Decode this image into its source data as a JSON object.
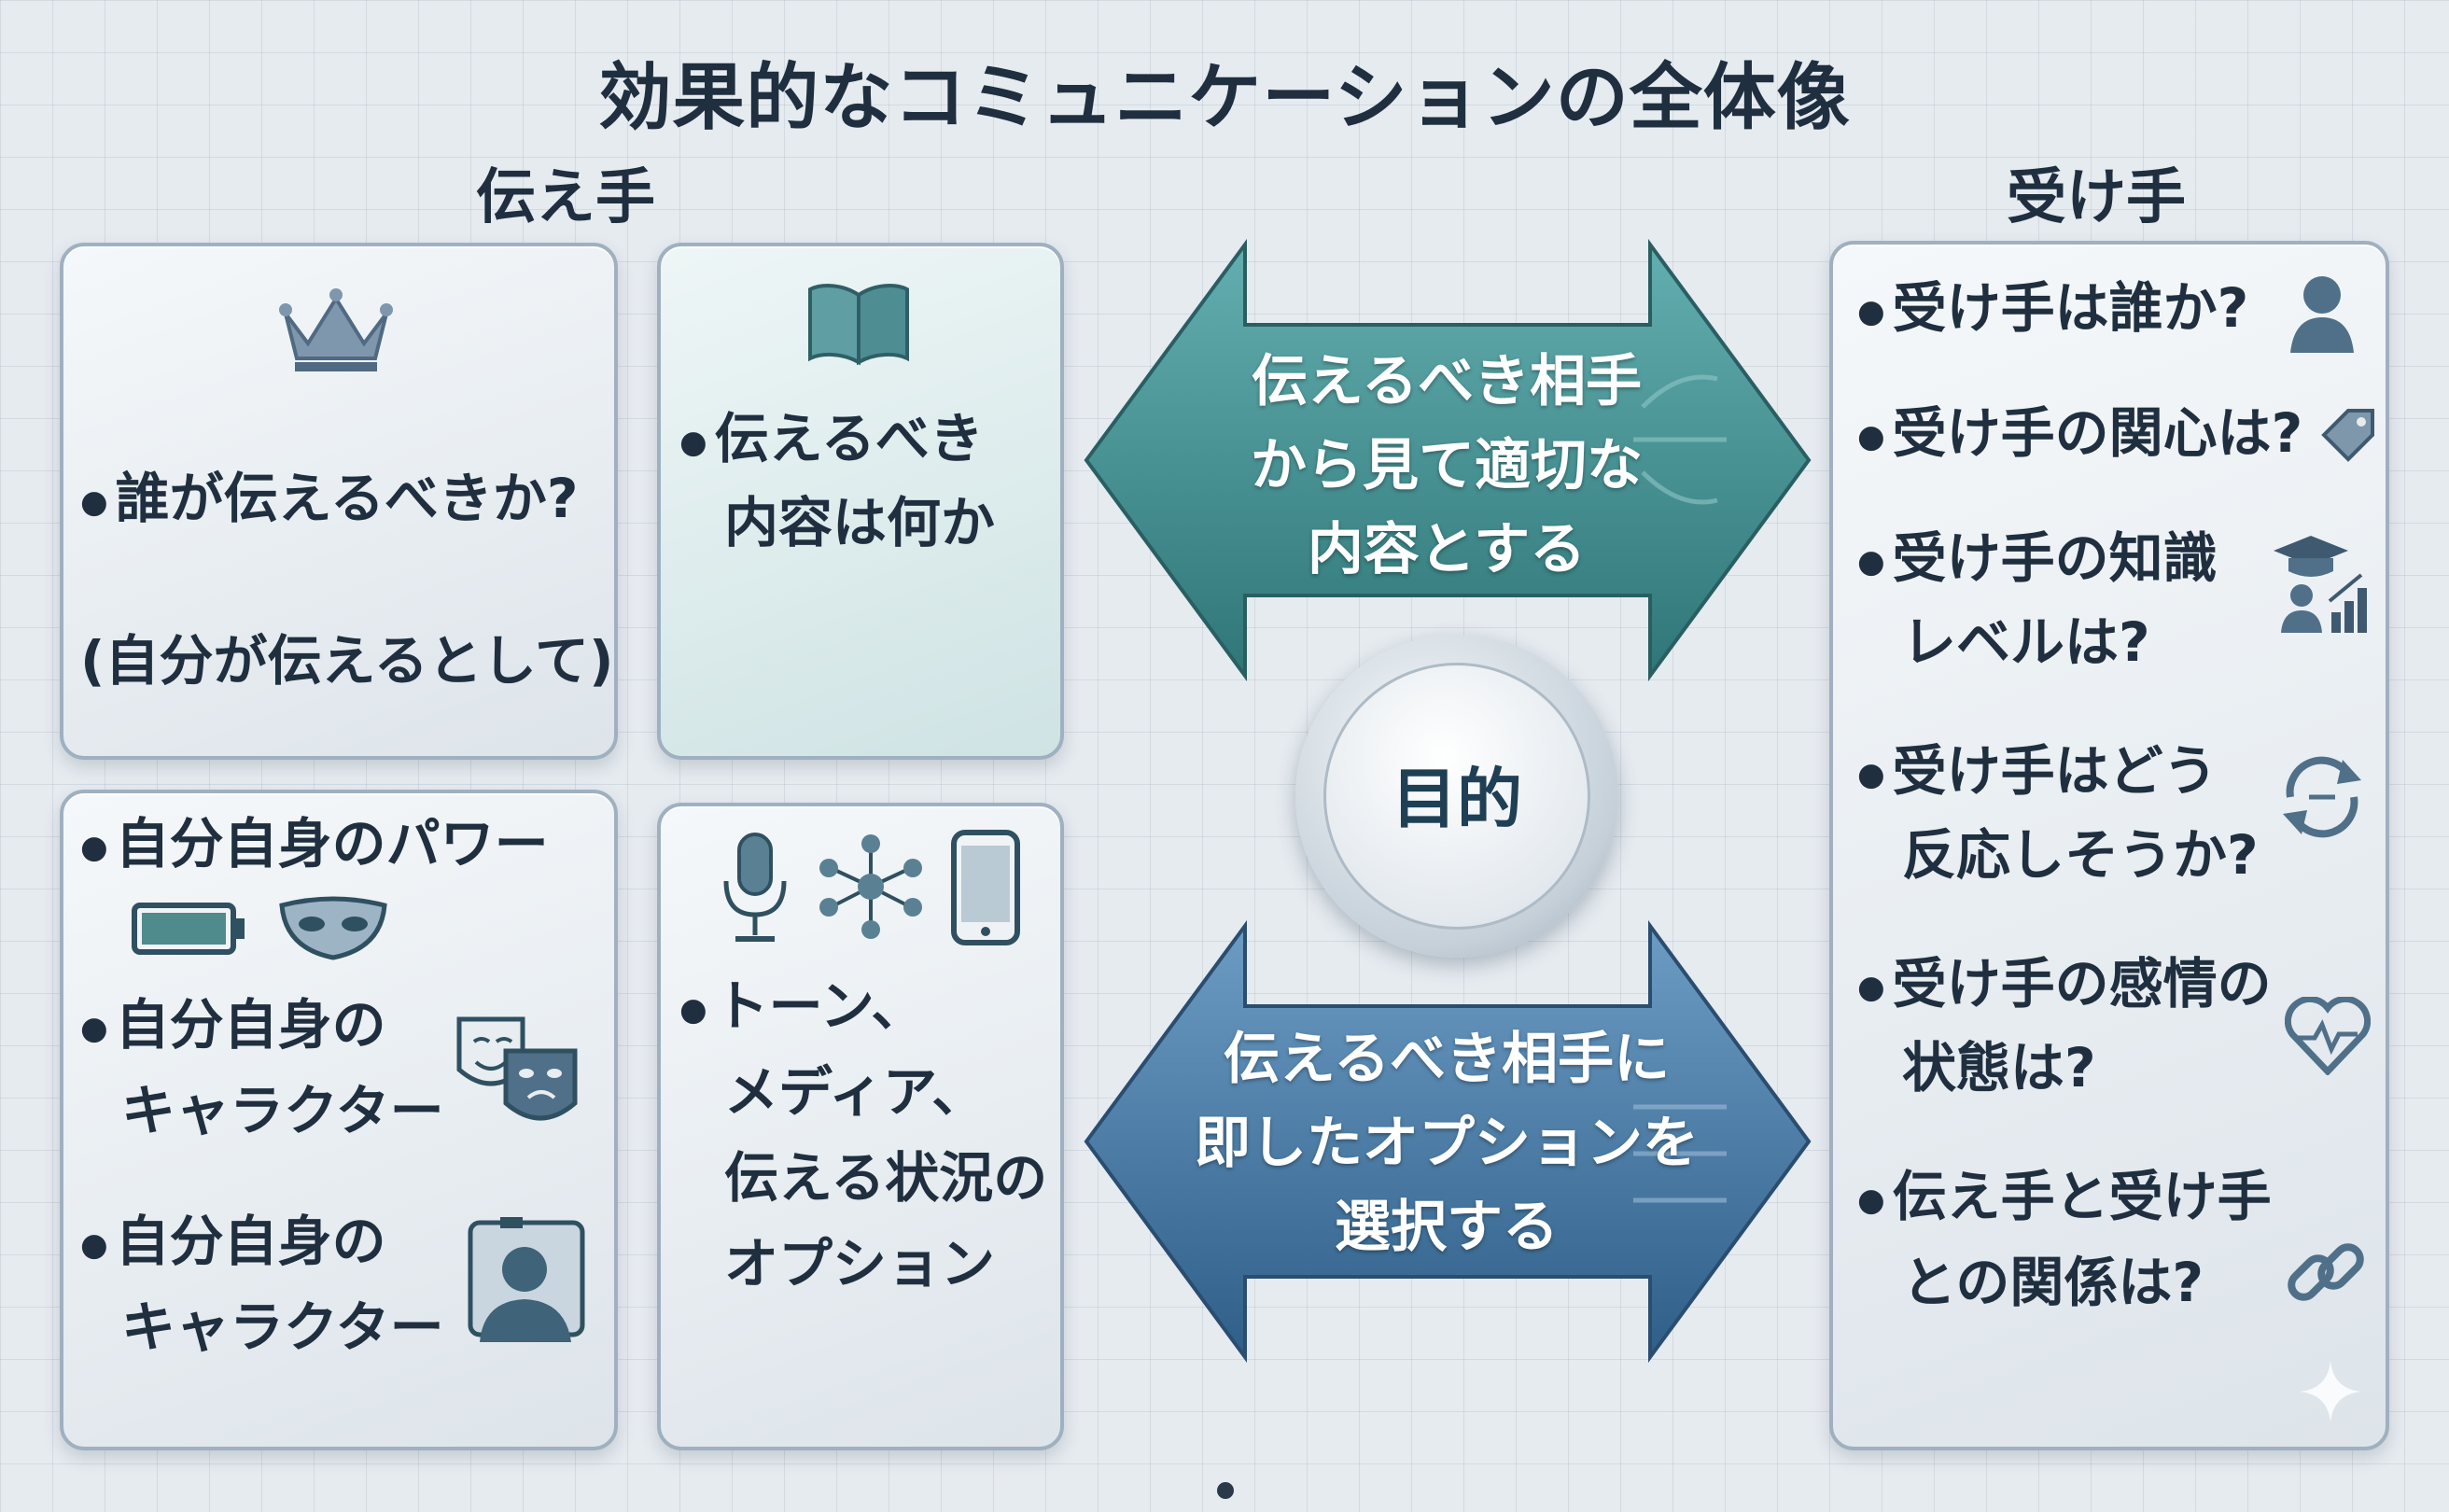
{
  "title": "効果的なコミュニケーションの全体像",
  "sender_header": "伝え手",
  "receiver_header": "受け手",
  "sender": {
    "who": {
      "icon": "crown-icon",
      "bullet": "誰が伝えるべきか?",
      "note": "(自分が伝えるとして)"
    },
    "content": {
      "icon": "book-icon",
      "lines": [
        "伝えるべき",
        "内容は何か"
      ]
    },
    "self": {
      "items": [
        {
          "label_lines": [
            "自分自身のパワー"
          ],
          "icons": [
            "battery-icon",
            "mask-icon"
          ]
        },
        {
          "label_lines": [
            "自分自身の",
            "キャラクター"
          ],
          "icons": [
            "theater-masks-icon"
          ]
        },
        {
          "label_lines": [
            "自分自身の",
            "キャラクター"
          ],
          "icons": [
            "person-mirror-icon"
          ]
        }
      ]
    },
    "options": {
      "icons": [
        "microphone-icon",
        "network-icon",
        "smartphone-icon"
      ],
      "lines": [
        "トーン、",
        "メディア、",
        "伝える状況の",
        "オプション"
      ]
    }
  },
  "arrows": {
    "top": {
      "lines": [
        "伝えるべき相手",
        "から見て適切な",
        "内容とする"
      ],
      "color": "#3d8a8c"
    },
    "bottom": {
      "lines": [
        "伝えるべき相手に",
        "即したオプションを",
        "選択する"
      ],
      "color": "#3f6f99"
    }
  },
  "center": {
    "label": "目的"
  },
  "receiver": {
    "items": [
      {
        "lines": [
          "受け手は誰か?"
        ],
        "icon": "user-icon"
      },
      {
        "lines": [
          "受け手の関心は?"
        ],
        "icon": "tag-icon"
      },
      {
        "lines": [
          "受け手の知識",
          "レベルは?"
        ],
        "icon": "graduate-chart-icon"
      },
      {
        "lines": [
          "受け手はどう",
          "反応しそうか?"
        ],
        "icon": "refresh-arrows-icon"
      },
      {
        "lines": [
          "受け手の感情の",
          "状態は?"
        ],
        "icon": "heartbeat-icon"
      },
      {
        "lines": [
          "伝え手と受け手",
          "との関係は?"
        ],
        "icon": "link-icon"
      }
    ]
  }
}
